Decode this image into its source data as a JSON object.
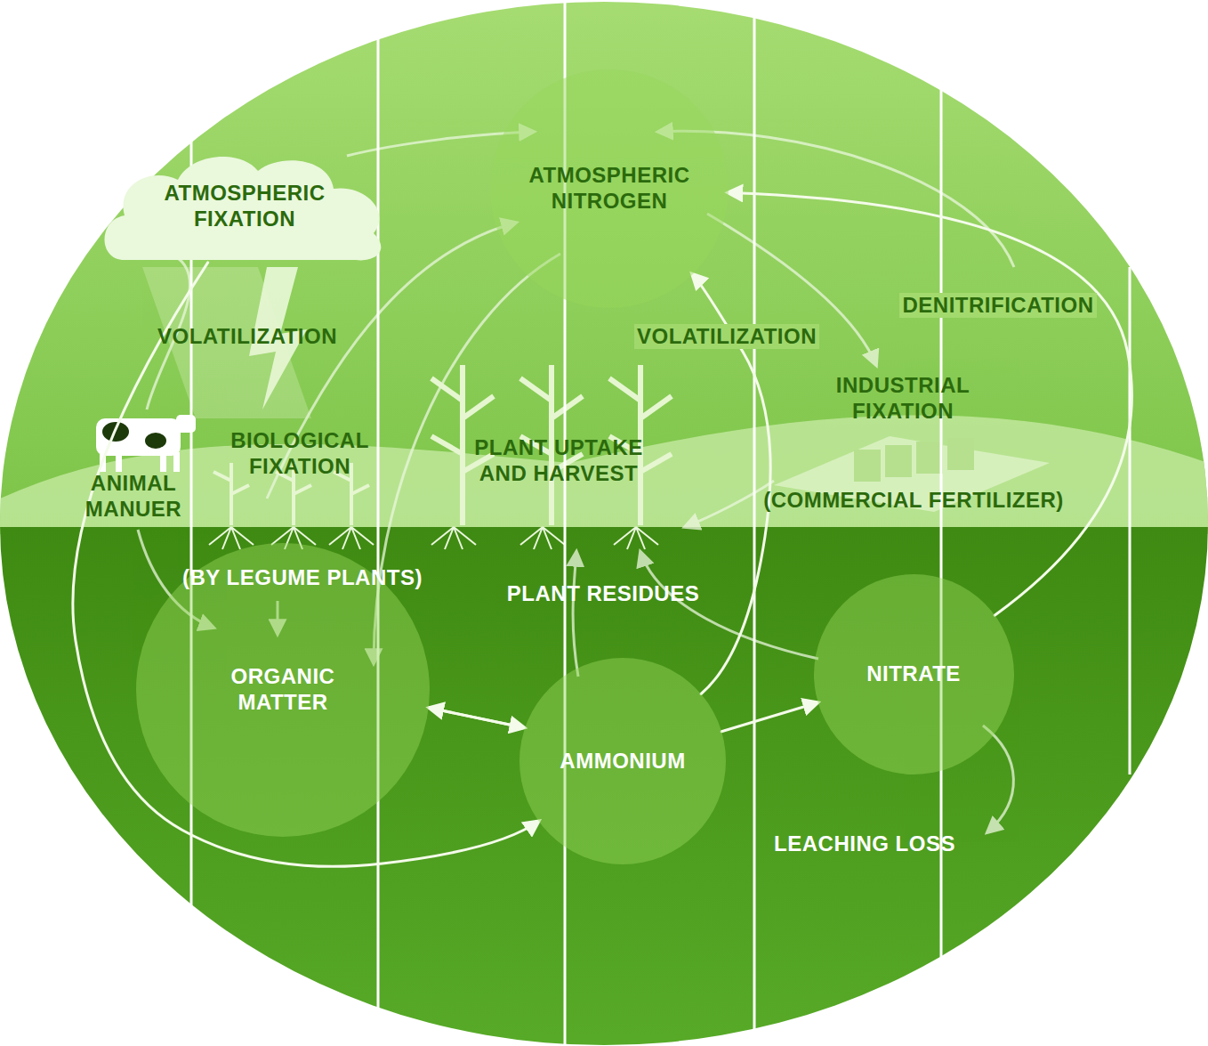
{
  "diagram": {
    "nodes": [
      {
        "text": [
          "ATMOSPHERIC FIXATION"
        ]
      },
      {
        "text": [
          "ATMOSPHERIC NITROGEN"
        ]
      },
      {
        "text": [
          "ORGANIC MATTER"
        ]
      },
      {
        "text": [
          "AMMONIUM"
        ]
      },
      {
        "text": [
          "NITRATE"
        ]
      }
    ],
    "edges": [
      {
        "from": 0,
        "to": 3,
        "arrow": "to"
      },
      {
        "from": 2,
        "to": 3,
        "arrow": "to"
      },
      {
        "from": 3,
        "to": 2,
        "arrow": "to"
      },
      {
        "from": 3,
        "to": 4,
        "arrow": "to"
      },
      {
        "from": 3,
        "to": 1,
        "arrow": "to"
      },
      {
        "from": 4,
        "to": 1,
        "arrow": "to"
      }
    ],
    "labels": [
      "VOLATILIZATION",
      "DENITRIFICATION",
      "VOLATILIZATION",
      "INDUSTRIAL FIXATION",
      "ANIMAL MANUER",
      "BIOLOGICAL FIXATION",
      "PLANT UPTAKE AND HARVEST",
      "(COMMERCIAL FERTILIZER)",
      "(BY LEGUME PLANTS)",
      "PLANT RESIDUES",
      "LEACHING LOSS"
    ]
  }
}
